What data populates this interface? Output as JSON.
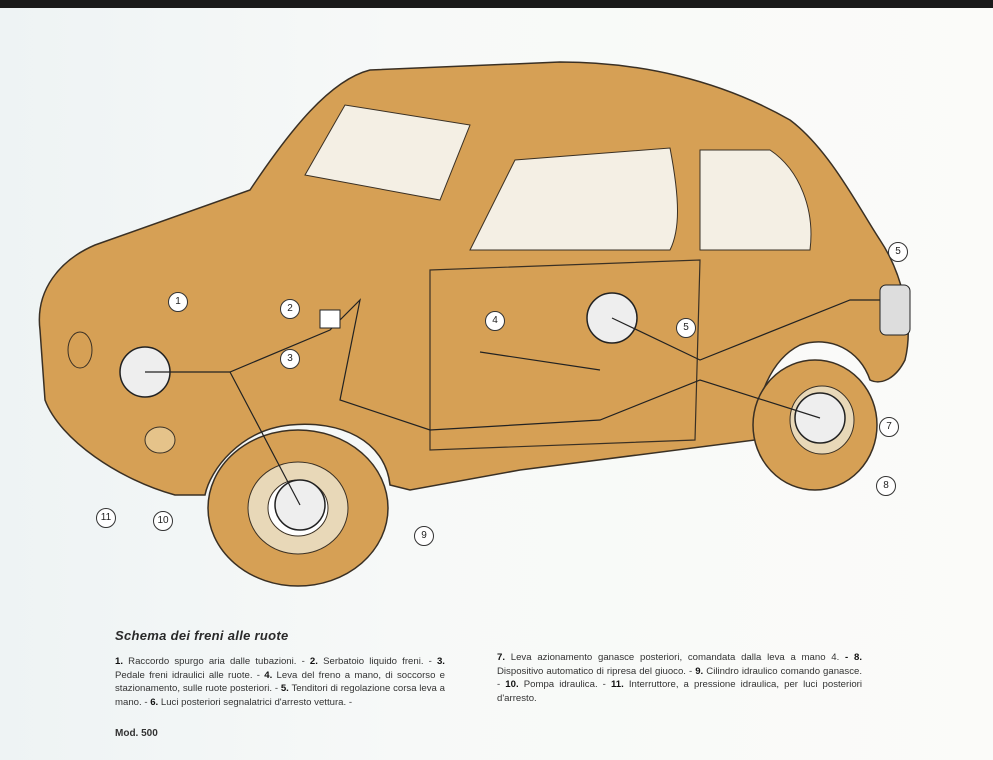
{
  "title": "Schema dei freni alle ruote",
  "legend_left": [
    {
      "num": "1.",
      "text": "Raccordo spurgo aria dalle tubazioni. -"
    },
    {
      "num": "2.",
      "text": "Serbatoio liquido freni. -"
    },
    {
      "num": "3.",
      "text": "Pedale freni idraulici alle ruote. -"
    },
    {
      "num": "4.",
      "text": "Leva del freno a mano, di soccorso e stazionamento, sulle ruote posteriori. -"
    },
    {
      "num": "5.",
      "text": "Tenditori di regolazione corsa leva a mano. -"
    },
    {
      "num": "6.",
      "text": "Luci posteriori segnalatrici d'arresto vettura. -"
    }
  ],
  "legend_right": [
    {
      "num": "7.",
      "text": "Leva azionamento ganasce posteriori, comandata dalla leva a mano 4."
    },
    {
      "num": "- 8.",
      "text": "Dispositivo automatico di ripresa del giuoco. -"
    },
    {
      "num": "9.",
      "text": "Cilindro idraulico comando ganasce. -"
    },
    {
      "num": "10.",
      "text": "Pompa idraulica. -"
    },
    {
      "num": "11.",
      "text": "Interruttore, a pressione idraulica, per luci posteriori d'arresto."
    }
  ],
  "footer": "Mod. 500",
  "callouts": [
    "1",
    "2",
    "3",
    "4",
    "5",
    "5",
    "7",
    "8",
    "9",
    "10",
    "11"
  ],
  "colors": {
    "body": "#d6a055",
    "outline": "#3a3024"
  }
}
